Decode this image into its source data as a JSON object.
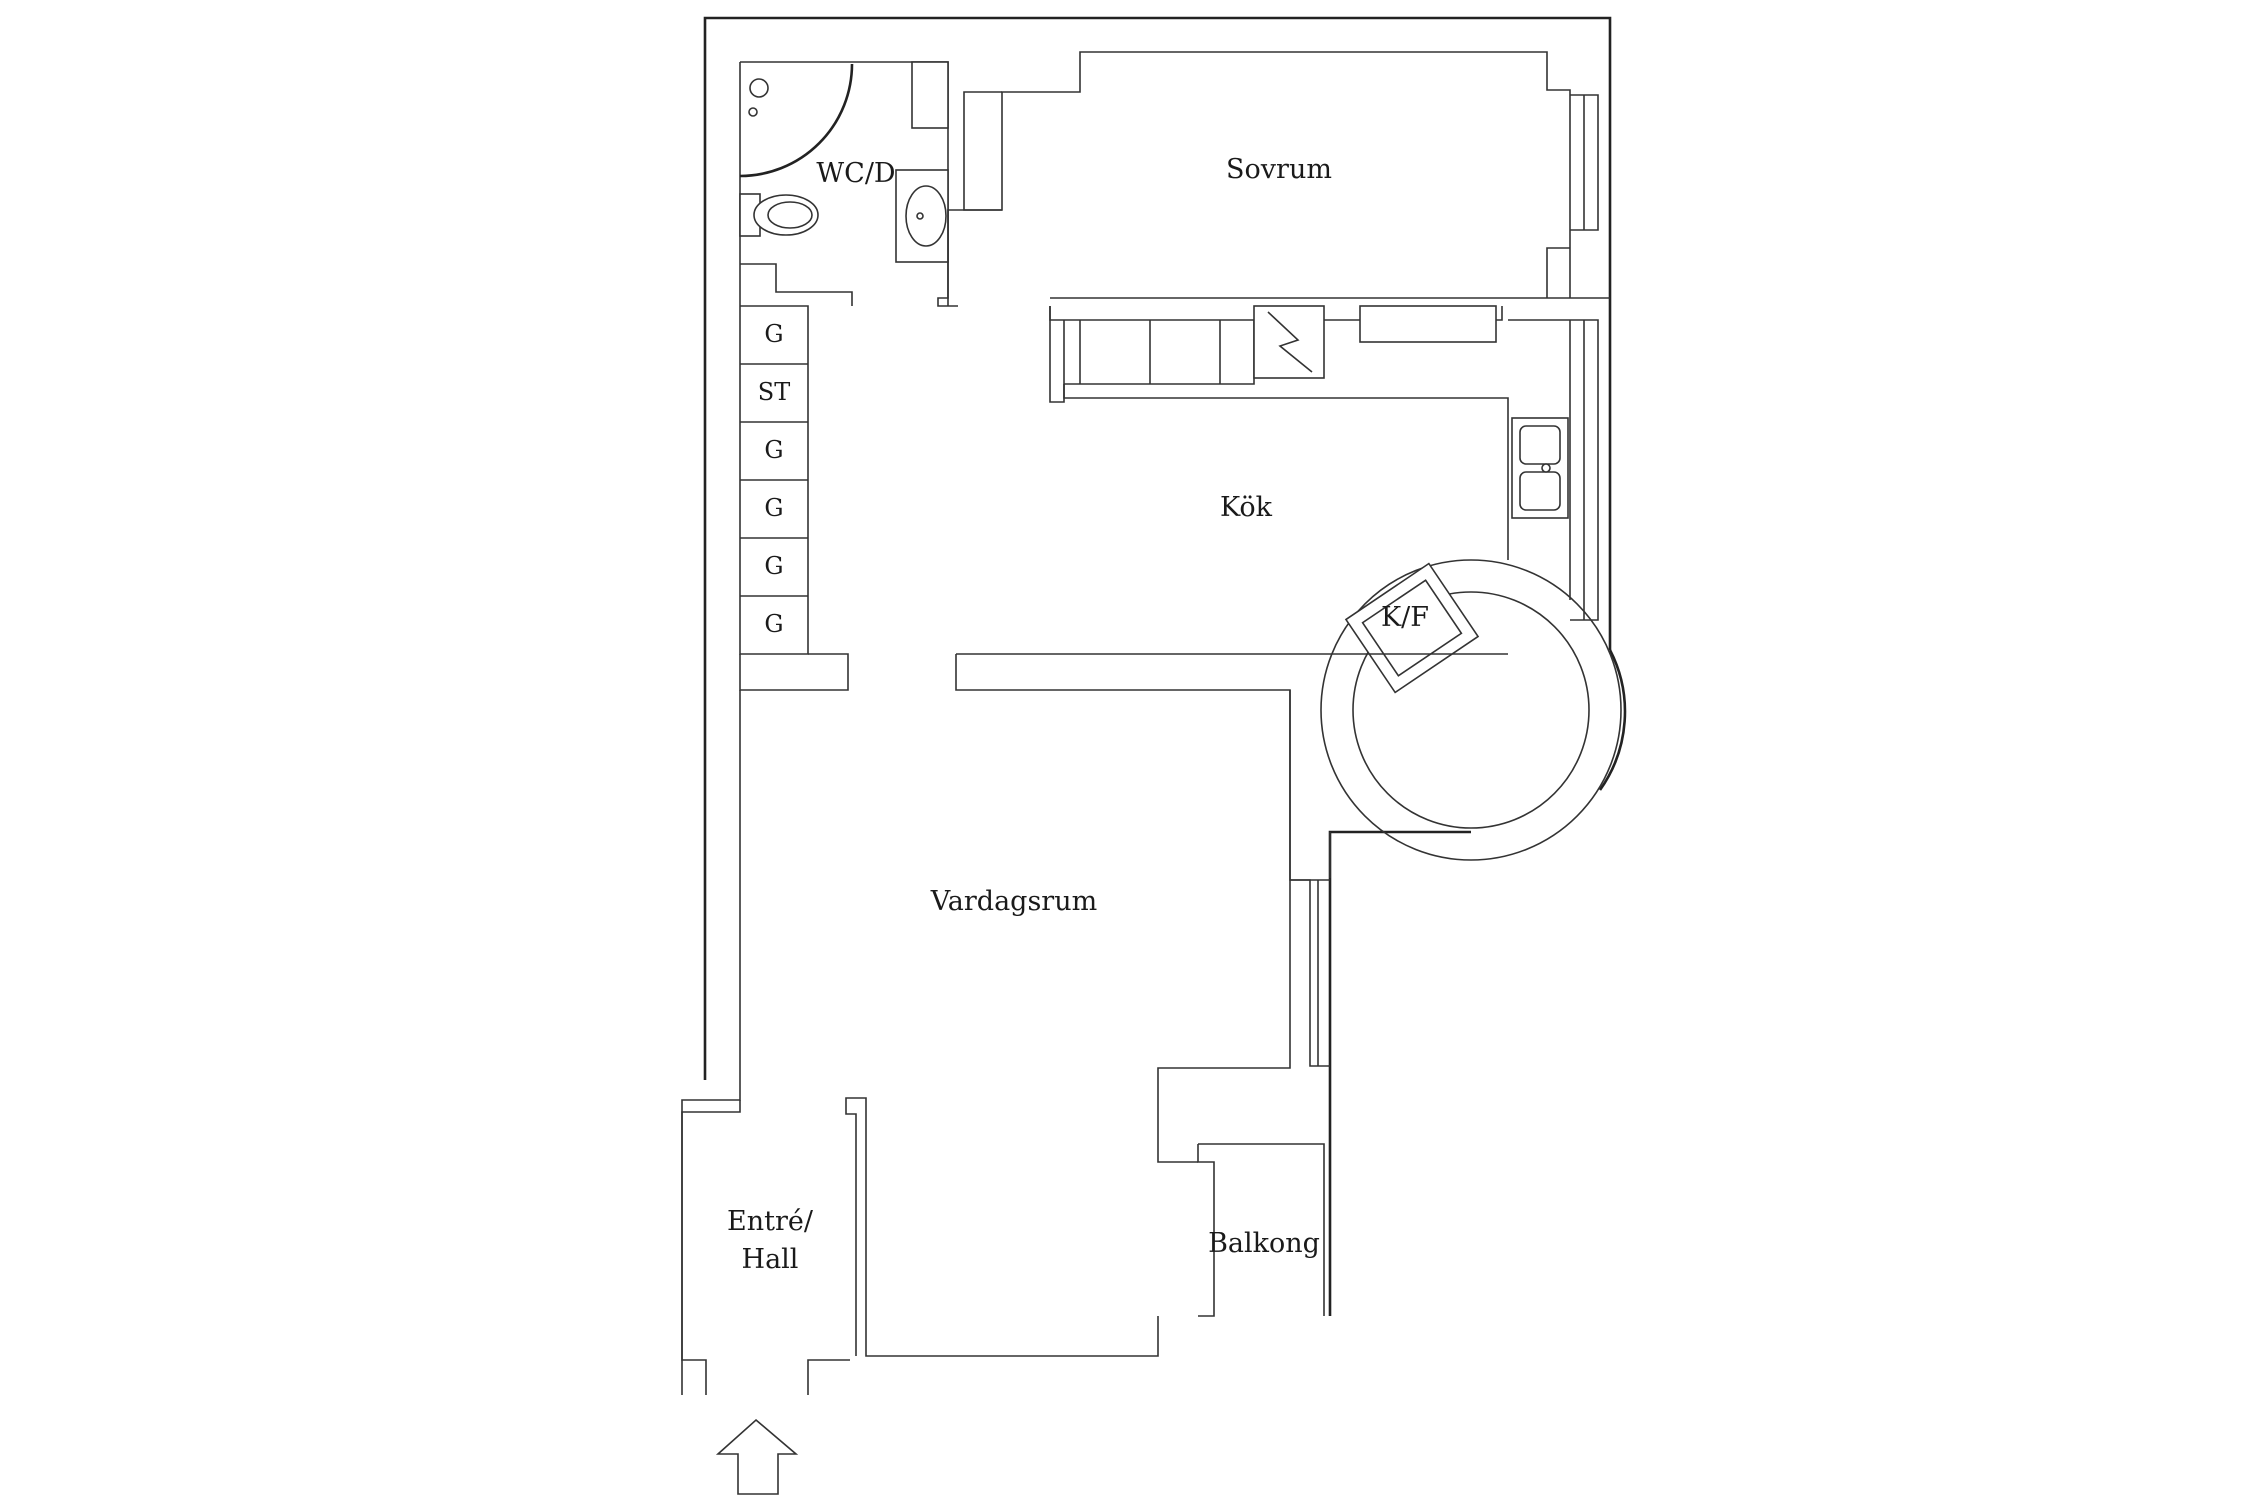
{
  "rooms": {
    "wc": "WC/D",
    "sovrum": "Sovrum",
    "kok": "Kök",
    "kf": "K/F",
    "vardagsrum": "Vardagsrum",
    "entre_line1": "Entré/",
    "entre_line2": "Hall",
    "balkong": "Balkong"
  },
  "wardrobes": [
    "G",
    "ST",
    "G",
    "G",
    "G",
    "G"
  ],
  "icons": {
    "entrance": "entrance-arrow-icon",
    "stove": "stove-icon",
    "sink": "kitchen-sink-icon",
    "toilet": "toilet-icon",
    "basin": "wash-basin-icon",
    "shower": "shower-icon"
  }
}
